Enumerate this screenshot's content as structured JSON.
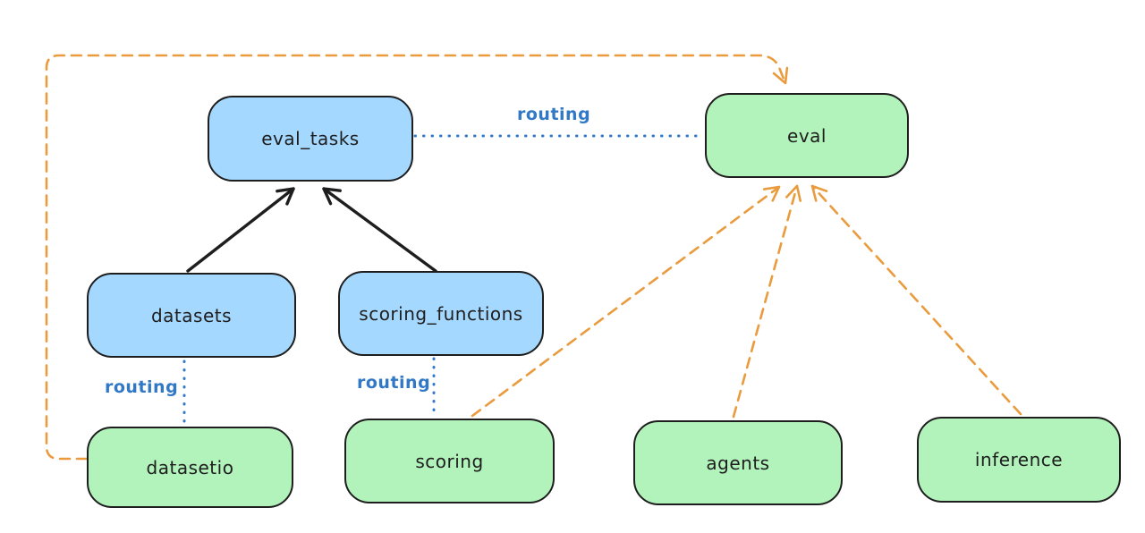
{
  "diagram": {
    "kind": "architecture-routing-diagram",
    "background": "#ffffff"
  },
  "colors": {
    "api_node_fill": "#a5d8ff",
    "provider_node_fill": "#b2f2bb",
    "node_stroke": "#1e1e1e",
    "routing_line": "#3178c6",
    "provider_arrow": "#e99b3e",
    "solid_arrow": "#1e1e1e"
  },
  "labels": {
    "routing": "routing"
  },
  "nodes": {
    "eval_tasks": {
      "label": "eval_tasks",
      "fill": "blue"
    },
    "eval": {
      "label": "eval",
      "fill": "green"
    },
    "datasets": {
      "label": "datasets",
      "fill": "blue"
    },
    "scoring_functions": {
      "label": "scoring_functions",
      "fill": "blue"
    },
    "datasetio": {
      "label": "datasetio",
      "fill": "green"
    },
    "scoring": {
      "label": "scoring",
      "fill": "green"
    },
    "agents": {
      "label": "agents",
      "fill": "green"
    },
    "inference": {
      "label": "inference",
      "fill": "green"
    }
  },
  "edges": [
    {
      "from": "datasets",
      "to": "eval_tasks",
      "style": "solid-arrow",
      "color": "#1e1e1e"
    },
    {
      "from": "scoring_functions",
      "to": "eval_tasks",
      "style": "solid-arrow",
      "color": "#1e1e1e"
    },
    {
      "from": "eval_tasks",
      "to": "eval",
      "style": "dotted",
      "color": "#3178c6",
      "label": "routing"
    },
    {
      "from": "datasets",
      "to": "datasetio",
      "style": "dotted",
      "color": "#3178c6",
      "label": "routing"
    },
    {
      "from": "scoring_functions",
      "to": "scoring",
      "style": "dotted",
      "color": "#3178c6",
      "label": "routing"
    },
    {
      "from": "datasetio",
      "to": "eval",
      "style": "dashed-arrow",
      "color": "#e99b3e"
    },
    {
      "from": "scoring",
      "to": "eval",
      "style": "dashed-arrow",
      "color": "#e99b3e"
    },
    {
      "from": "agents",
      "to": "eval",
      "style": "dashed-arrow",
      "color": "#e99b3e"
    },
    {
      "from": "inference",
      "to": "eval",
      "style": "dashed-arrow",
      "color": "#e99b3e"
    }
  ]
}
